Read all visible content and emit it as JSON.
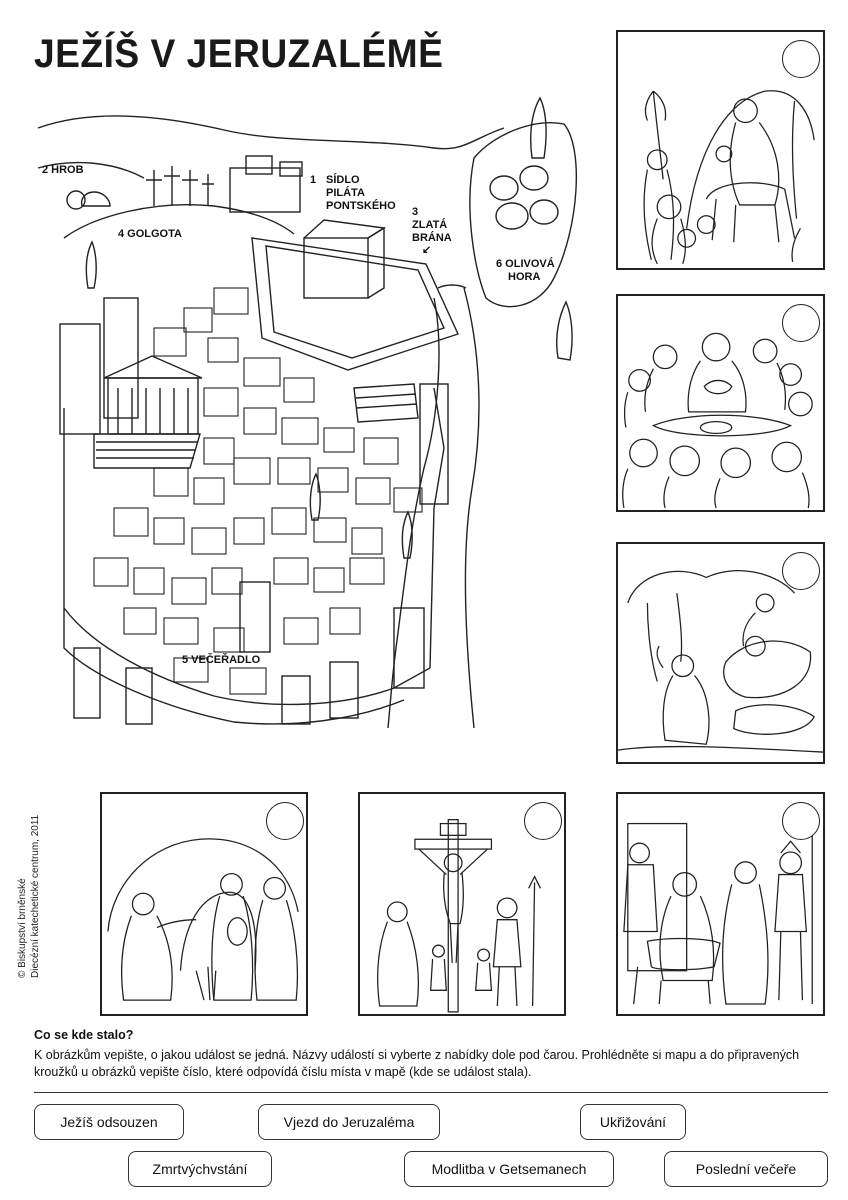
{
  "title": "JEŽÍŠ V JERUZALÉMĚ",
  "map": {
    "labels": {
      "hrob": "2 HROB",
      "golgota": "4 GOLGOTA",
      "pilat_1": "1",
      "pilat_2": "SÍDLO",
      "pilat_3": "PILÁTA",
      "pilat_4": "PONTSKÉHO",
      "brana_1": "3",
      "brana_2": "ZLATÁ",
      "brana_3": "BRÁNA",
      "brana_arrow": "↙",
      "olivova_1": "6  OLIVOVÁ",
      "olivova_2": "HORA",
      "vecerado": "5 VEČEŘADLO"
    }
  },
  "credit": {
    "line1": "© Biskupství brněnské",
    "line2": "Diecézní katechetické centrum, 2011"
  },
  "task": {
    "heading": "Co se kde stalo?",
    "text": "K obrázkům vepište, o jakou událost se jedná. Názvy událostí si vyberte z nabídky dole pod čarou. Prohlédněte si mapu a do připravených kroužků u obrázků vepište číslo, které odpovídá číslu místa v mapě (kde se událost stala)."
  },
  "answers": {
    "odsouzen": "Ježíš odsouzen",
    "vjezd": "Vjezd do Jeruzaléma",
    "ukrizovani": "Ukřižování",
    "zmrtvychvstani": "Zmrtvýchvstání",
    "modlitba": "Modlitba v Getsemanech",
    "vecere": "Poslední večeře"
  }
}
